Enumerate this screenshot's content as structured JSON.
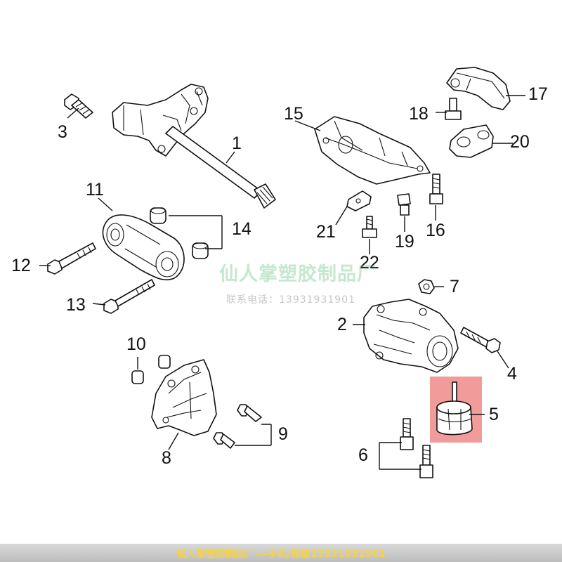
{
  "callouts": {
    "c1": "1",
    "c2": "2",
    "c3": "3",
    "c4": "4",
    "c5": "5",
    "c6": "6",
    "c7": "7",
    "c8": "8",
    "c9": "9",
    "c10": "10",
    "c11": "11",
    "c12": "12",
    "c13": "13",
    "c14": "14",
    "c15": "15",
    "c16": "16",
    "c17": "17",
    "c18": "18",
    "c19": "19",
    "c20": "20",
    "c21": "21",
    "c22": "22"
  },
  "highlight": {
    "part": "5",
    "color": "#f08a8a"
  },
  "watermark": {
    "brand": "仙人掌塑胶制品厂",
    "contact": "联系电话：13931931901"
  },
  "footer": {
    "text": "仙人掌塑胶制品厂---手机/微信13931931901",
    "background": "#c8c8c8",
    "text_color": "#f4d24a"
  }
}
